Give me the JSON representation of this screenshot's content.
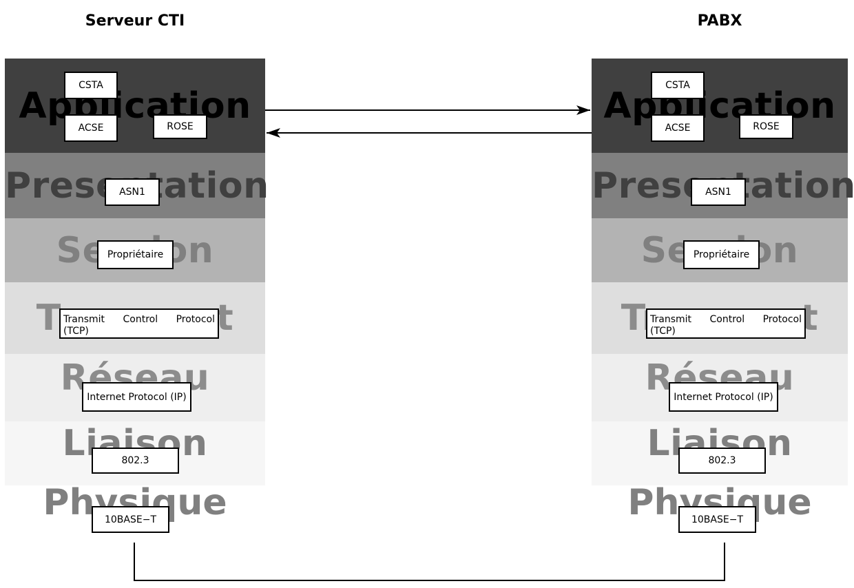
{
  "colors": {
    "application_bg": "#404040",
    "presentation_bg": "#808080",
    "session_bg": "#b3b3b3",
    "transport_bg": "#dedede",
    "reseau_bg": "#eeeeee",
    "liaison_bg": "#f6f6f6",
    "label_application": "#000000",
    "label_presentation": "#404040",
    "label_session": "#808080",
    "label_transport": "#8c8c8c",
    "label_reseau": "#8c8c8c",
    "label_liaison": "#808080",
    "label_physique": "#808080"
  },
  "left": {
    "title": "Serveur CTI",
    "layers": {
      "application": "Application",
      "presentation": "Presentation",
      "session": "Session",
      "transport": "Transport",
      "reseau": "Réseau",
      "liaison": "Liaison",
      "physique": "Physique"
    },
    "protocols": {
      "csta": "CSTA",
      "acse": "ACSE",
      "rose": "ROSE",
      "asn1": "ASN1",
      "proprietaire": "Propriétaire",
      "tcp_line1": "Transmit Control Protocol",
      "tcp_line2": "(TCP)",
      "ip": "Internet Protocol (IP)",
      "ethernet": "802.3",
      "tenbase": "10BASE−T"
    }
  },
  "right": {
    "title": "PABX",
    "layers": {
      "application": "Application",
      "presentation": "Presentation",
      "session": "Session",
      "transport": "Transport",
      "reseau": "Réseau",
      "liaison": "Liaison",
      "physique": "Physique"
    },
    "protocols": {
      "csta": "CSTA",
      "acse": "ACSE",
      "rose": "ROSE",
      "asn1": "ASN1",
      "proprietaire": "Propriétaire",
      "tcp_line1": "Transmit Control Protocol",
      "tcp_line2": "(TCP)",
      "ip": "Internet Protocol (IP)",
      "ethernet": "802.3",
      "tenbase": "10BASE−T"
    }
  }
}
